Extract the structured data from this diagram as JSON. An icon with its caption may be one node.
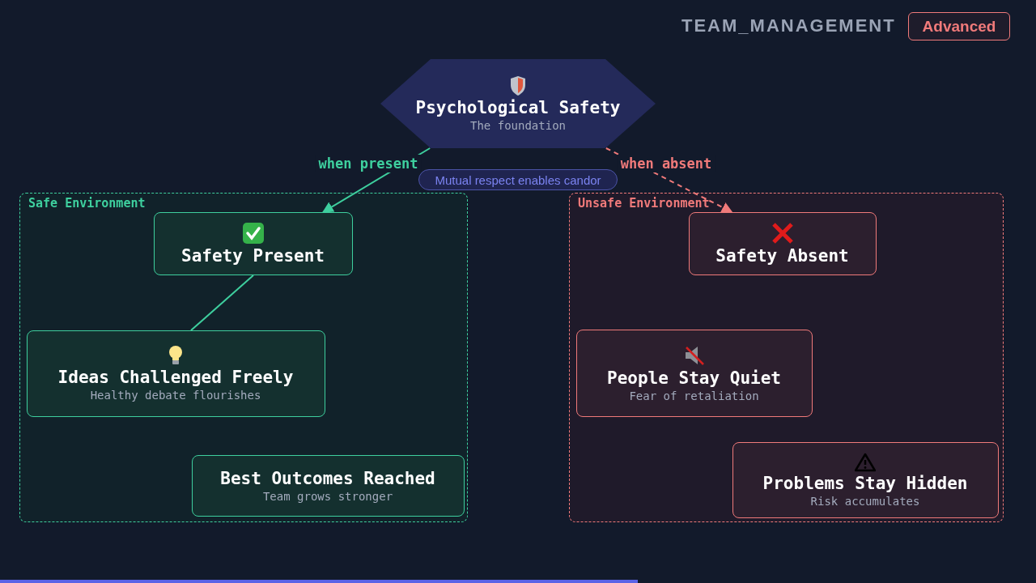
{
  "diagram": {
    "nodes": [
      {
        "text": [
          "Psychological Safety",
          "The foundation"
        ]
      },
      {
        "text": [
          "Safe Environment"
        ]
      },
      {
        "text": [
          "Safety Present"
        ],
        "in": 1
      },
      {
        "text": [
          "Ideas Challenged Freely",
          "Healthy debate flourishes"
        ],
        "in": 1
      },
      {
        "text": [
          "Best Outcomes Reached",
          "Team grows stronger"
        ],
        "in": 1
      },
      {
        "text": [
          "Unsafe Environment"
        ]
      },
      {
        "text": [
          "Safety Absent"
        ],
        "in": 5
      },
      {
        "text": [
          "People Stay Quiet",
          "Fear of retaliation"
        ],
        "in": 5
      },
      {
        "text": [
          "Problems Stay Hidden",
          "Risk accumulates"
        ],
        "in": 5
      }
    ],
    "edges": [
      {
        "from": 0,
        "to": 2,
        "arrow": "to",
        "label": "when present",
        "color": "#3ecf9e"
      },
      {
        "from": 2,
        "to": 3,
        "arrow": "none",
        "color": "#3ecf9e"
      },
      {
        "from": 0,
        "to": 6,
        "arrow": "to",
        "label": "when absent",
        "style": "dashed",
        "color": "#f07a7a"
      }
    ],
    "labels": [
      "TEAM_MANAGEMENT",
      "Advanced",
      "Mutual respect enables candor"
    ]
  }
}
